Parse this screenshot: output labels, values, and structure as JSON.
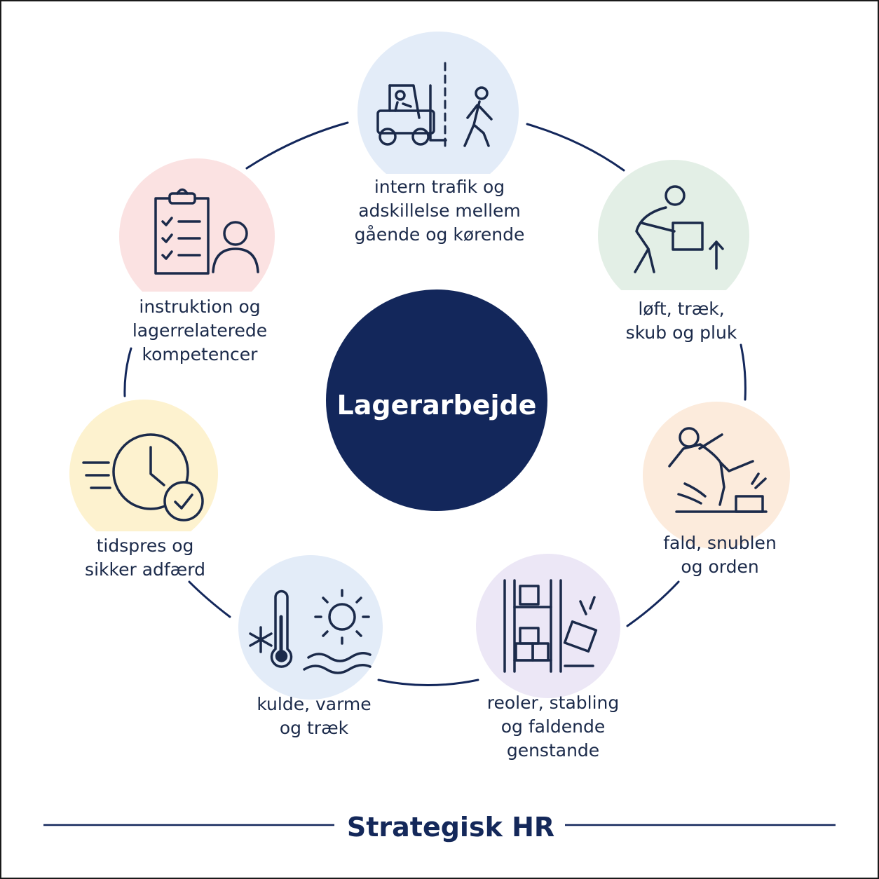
{
  "center": {
    "title": "Lagerarbejde"
  },
  "footer": {
    "title": "Strategisk HR"
  },
  "colors": {
    "navy": "#13275b",
    "ink": "#1b2a4a",
    "blue_bg": "#e3ecf8",
    "green_bg": "#e3efe6",
    "peach_bg": "#fcebdc",
    "lavender_bg": "#ece7f6",
    "yellow_bg": "#fdf2cf",
    "pink_bg": "#fbe2e2"
  },
  "topics": [
    {
      "icon": "forklift-pedestrian-icon",
      "lines": [
        "intern trafik og",
        "adskillelse mellem",
        "gående og kørende"
      ]
    },
    {
      "icon": "lifting-person-icon",
      "lines": [
        "løft, træk,",
        "skub og pluk"
      ]
    },
    {
      "icon": "slip-fall-icon",
      "lines": [
        "fald, snublen",
        "og orden"
      ]
    },
    {
      "icon": "shelving-falling-box-icon",
      "lines": [
        "reoler, stabling",
        "og faldende",
        "genstande"
      ]
    },
    {
      "icon": "thermometer-sun-icon",
      "lines": [
        "kulde, varme",
        "og træk"
      ]
    },
    {
      "icon": "clock-check-icon",
      "lines": [
        "tidspres og",
        "sikker adfærd"
      ]
    },
    {
      "icon": "clipboard-person-icon",
      "lines": [
        "instruktion og",
        "lagerrelaterede",
        "kompetencer"
      ]
    }
  ]
}
